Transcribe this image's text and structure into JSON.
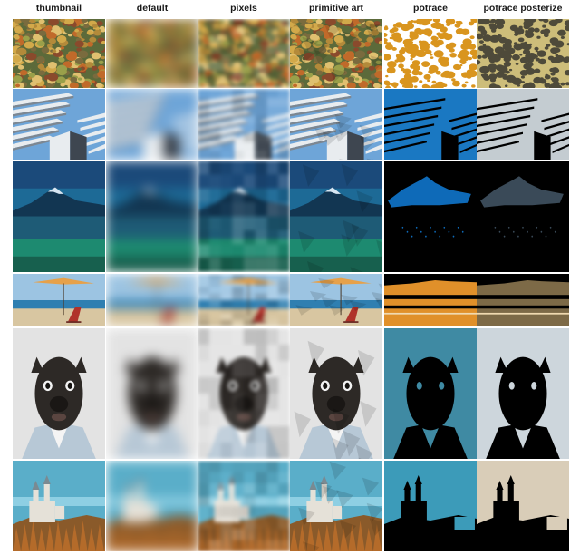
{
  "header": {
    "columns": [
      {
        "label": "thumbnail"
      },
      {
        "label": "default"
      },
      {
        "label": "pixels"
      },
      {
        "label": "primitive art"
      },
      {
        "label": "potrace"
      },
      {
        "label": "potrace posterize"
      }
    ]
  },
  "rows": [
    {
      "subject": "autumn forest aerial",
      "palette": {
        "a": "#7a6b3e",
        "b": "#b38a3a",
        "c": "#5c6a3a",
        "d": "#8a4a2c",
        "e": "#d2a94a",
        "trace_fg": "#d9951e",
        "trace_bg": "#ffffff",
        "poster_bg": "#cdbd7a",
        "poster_fg": "#4e4a3a"
      }
    },
    {
      "subject": "modern building balconies",
      "palette": {
        "sky": "#6ea5d8",
        "wall": "#e8ecef",
        "shadow": "#7d8791",
        "dark": "#3e4650",
        "trace_fg": "#1a78c2",
        "trace_bg": "#ffffff",
        "poster_bg": "#6f7a82",
        "poster_fg": "#c4ccd1"
      }
    },
    {
      "subject": "mountain lake at night",
      "palette": {
        "sky": "#1b4a7a",
        "mid": "#1d6a96",
        "mtn": "#123652",
        "water": "#1e5b76",
        "grass": "#1d8a70",
        "trace_fg": "#0e6ab8",
        "trace_bg": "#ffffff",
        "poster_bg": "#9ec5dd",
        "poster_fg": "#3a4a58"
      }
    },
    {
      "subject": "beach umbrella and chair",
      "palette": {
        "sky": "#9cc4e2",
        "sea": "#2f7fb1",
        "sand": "#d8c6a1",
        "umbrella": "#e6a14a",
        "chair": "#b0322a",
        "trace_fg": "#e0902a",
        "trace_bg": "#ffffff",
        "poster_bg": "#c9b588",
        "poster_fg": "#7d6a47"
      }
    },
    {
      "subject": "pug in shirt",
      "palette": {
        "bg": "#e3e3e3",
        "fur": "#2d2926",
        "shirt": "#b7c8d6",
        "trace_fg": "#3f8aa3",
        "trace_bg": "#ffffff",
        "poster_bg": "#2e4a5c",
        "poster_fg": "#cdd6dc"
      }
    },
    {
      "subject": "castle on hill",
      "palette": {
        "sky": "#5aaec9",
        "castle": "#e5e1d8",
        "hill": "#8a5a2a",
        "tree": "#b46b2a",
        "trace_fg": "#3c9bb9",
        "trace_bg": "#ffffff",
        "poster_bg": "#6a4628",
        "poster_fg": "#d9cdb8"
      }
    }
  ]
}
